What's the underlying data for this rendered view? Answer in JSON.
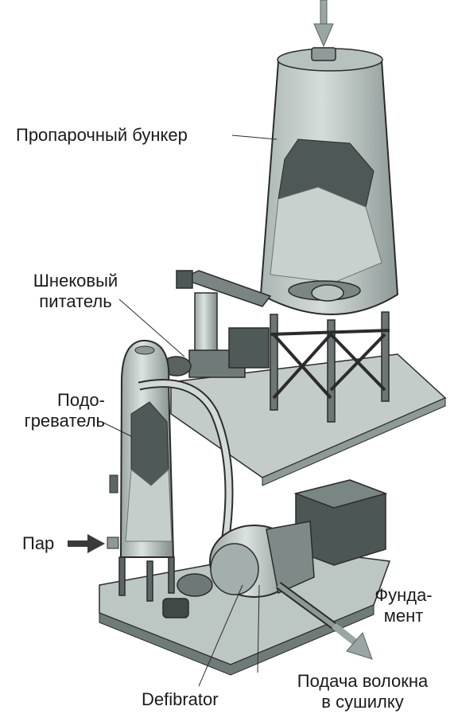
{
  "labels": {
    "bunker": "Пропарочный бункер",
    "feeder_line1": "Шнековый",
    "feeder_line2": "питатель",
    "preheater_line1": "Подо-",
    "preheater_line2": "греватель",
    "steam": "Пар",
    "foundation_line1": "Фунда-",
    "foundation_line2": "мент",
    "defibrator": "Defibrator",
    "fiber_line1": "Подача волокна",
    "fiber_line2": "в сушилку"
  },
  "colors": {
    "metal_light": "#c9d3d0",
    "metal_mid": "#a9b5b2",
    "metal_dark": "#5f6a68",
    "outline": "#2b2b2b",
    "platform": "#bcc6c3",
    "arrow": "#9aa6a3"
  }
}
